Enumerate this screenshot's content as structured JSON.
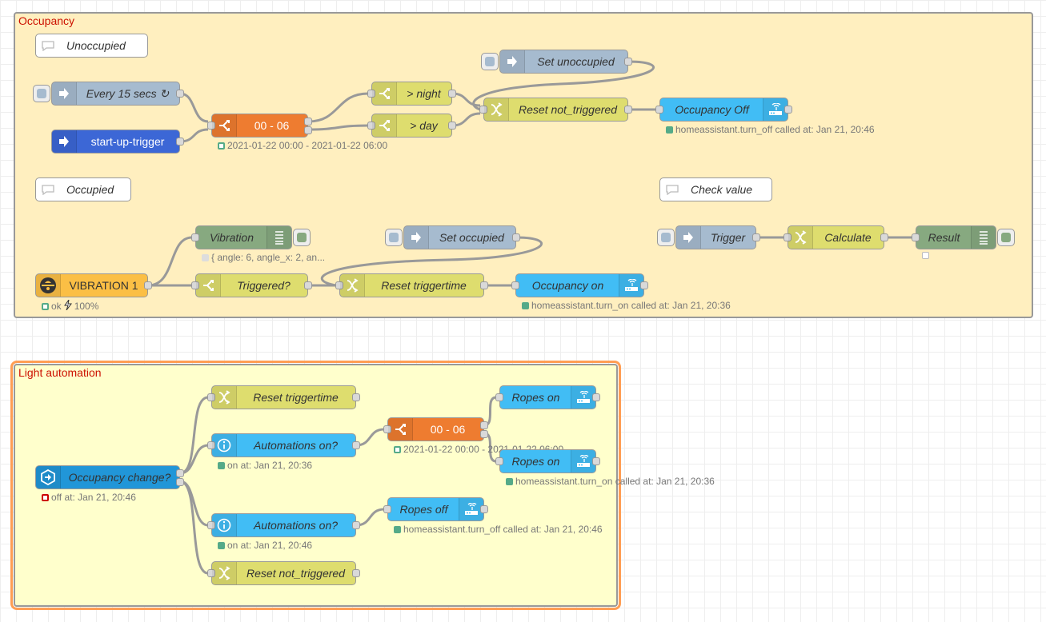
{
  "colors": {
    "inject": "#a6bbcf",
    "inject_blue": "#3c67d6",
    "switch": "#dedd6e",
    "orange": "#ee7c30",
    "ha": "#41bdf5",
    "debug": "#87a980",
    "vibration": "#fbbf45",
    "grey_blue": "#a6bbcf",
    "current_state": "#2196d8",
    "group_occupancy": "#ffefbf",
    "group_light": "#ffffcc",
    "group_label": "#cc1100"
  },
  "groups": {
    "occupancy": {
      "label": "Occupancy"
    },
    "light": {
      "label": "Light automation"
    }
  },
  "nodes": {
    "unoccupied_comment": {
      "label": "Unoccupied",
      "icon": "comment-icon"
    },
    "set_unoccupied": {
      "label": "Set unoccupied",
      "icon": "arrow-icon"
    },
    "every15": {
      "label": "Every 15 secs ↻",
      "icon": "arrow-icon"
    },
    "startup": {
      "label": "start-up-trigger",
      "icon": "arrow-icon"
    },
    "time_00_06_a": {
      "label": "00 - 06",
      "icon": "split-icon",
      "status": "2021-01-22 00:00 - 2021-01-22 06:00"
    },
    "gt_night": {
      "label": "> night",
      "icon": "split-icon"
    },
    "gt_day": {
      "label": "> day",
      "icon": "split-icon"
    },
    "reset_not_triggered_a": {
      "label": "Reset not_triggered",
      "icon": "shuffle-icon"
    },
    "occupancy_off": {
      "label": "Occupancy Off",
      "icon": "router-icon",
      "status": "homeassistant.turn_off called at: Jan 21, 20:46"
    },
    "occupied_comment": {
      "label": "Occupied",
      "icon": "comment-icon"
    },
    "check_value_comment": {
      "label": "Check value",
      "icon": "comment-icon"
    },
    "vibration_debug": {
      "label": "Vibration",
      "icon": "list-icon",
      "status": "{ angle: 6, angle_x: 2, an..."
    },
    "set_occupied": {
      "label": "Set occupied",
      "icon": "arrow-icon"
    },
    "trigger": {
      "label": "Trigger",
      "icon": "arrow-icon"
    },
    "calculate": {
      "label": "Calculate",
      "icon": "shuffle-icon"
    },
    "result": {
      "label": "Result",
      "icon": "list-icon",
      "status": ""
    },
    "vibration1": {
      "label": "VIBRATION 1",
      "icon": "vibration-sensor-icon",
      "status_ok": "ok",
      "status_battery": "100%"
    },
    "triggered": {
      "label": "Triggered?",
      "icon": "split-icon"
    },
    "reset_triggertime_a": {
      "label": "Reset triggertime",
      "icon": "shuffle-icon"
    },
    "occupancy_on": {
      "label": "Occupancy on",
      "icon": "router-icon",
      "status": "homeassistant.turn_on called at: Jan 21, 20:36"
    },
    "reset_triggertime_b": {
      "label": "Reset triggertime",
      "icon": "shuffle-icon"
    },
    "automations_on_a": {
      "label": "Automations on?",
      "icon": "info-icon",
      "status": "on at: Jan 21, 20:36"
    },
    "time_00_06_b": {
      "label": "00 - 06",
      "icon": "split-icon",
      "status": "2021-01-22 00:00 - 2021-01-22 06:00"
    },
    "ropes_on_a": {
      "label": "Ropes on",
      "icon": "router-icon"
    },
    "ropes_on_b": {
      "label": "Ropes on",
      "icon": "router-icon",
      "status": "homeassistant.turn_on called at: Jan 21, 20:36"
    },
    "occupancy_change": {
      "label": "Occupancy change?",
      "icon": "state-change-icon",
      "status": "off at: Jan 21, 20:46"
    },
    "automations_on_b": {
      "label": "Automations on?",
      "icon": "info-icon",
      "status": "on at: Jan 21, 20:46"
    },
    "ropes_off": {
      "label": "Ropes off",
      "icon": "router-icon",
      "status": "homeassistant.turn_off called at: Jan 21, 20:46"
    },
    "reset_not_triggered_b": {
      "label": "Reset not_triggered",
      "icon": "shuffle-icon"
    }
  }
}
